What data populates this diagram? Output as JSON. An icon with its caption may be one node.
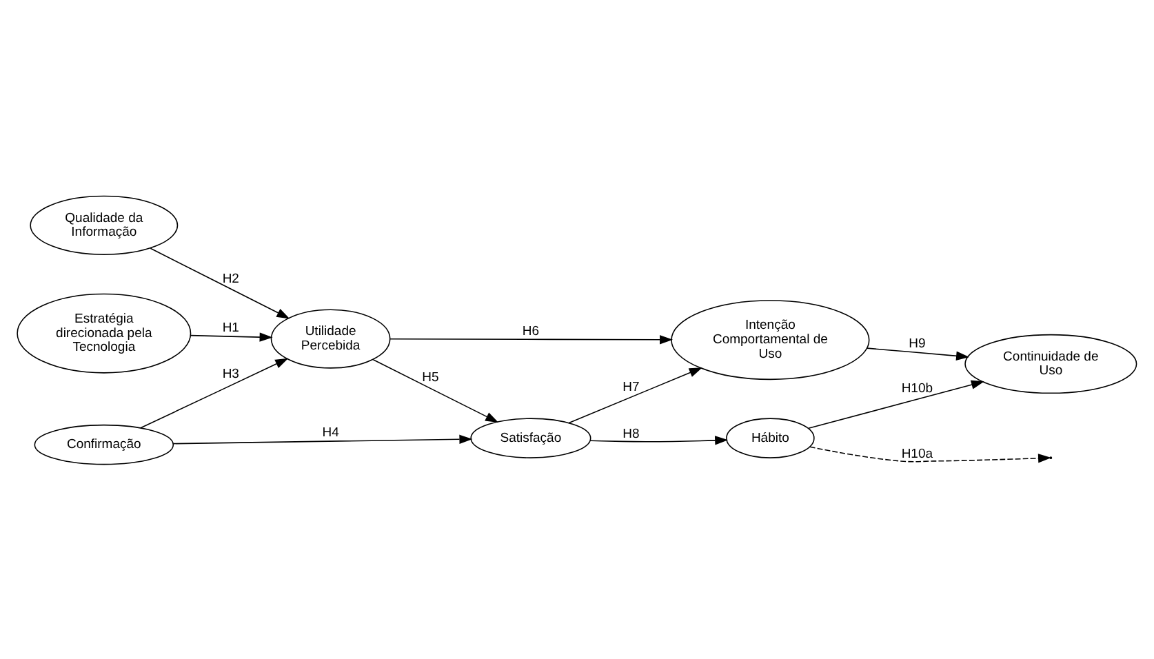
{
  "diagram": {
    "nodes": [
      {
        "text": [
          "Estratégia direcionada pela Tecnologia"
        ]
      },
      {
        "text": [
          "Qualidade da Informação"
        ]
      },
      {
        "text": [
          "Utilidade Percebida"
        ]
      },
      {
        "text": [
          "Confirmação"
        ]
      },
      {
        "text": [
          "Satisfação"
        ]
      },
      {
        "text": [
          "Intenção Comportamental de Uso"
        ]
      },
      {
        "text": [
          "Continuidade de Uso"
        ]
      },
      {
        "text": [
          "Hábito"
        ]
      }
    ],
    "edges": [
      {
        "from": 0,
        "to": 2,
        "arrow": "to",
        "label": "H1"
      },
      {
        "from": 1,
        "to": 2,
        "arrow": "to",
        "label": "H2"
      },
      {
        "from": 3,
        "to": 2,
        "arrow": "to",
        "label": "H3"
      },
      {
        "from": 3,
        "to": 4,
        "arrow": "to",
        "label": "H4"
      },
      {
        "from": 2,
        "to": 4,
        "arrow": "to",
        "label": "H5"
      },
      {
        "from": 2,
        "to": 5,
        "arrow": "to",
        "label": "H6"
      },
      {
        "from": 4,
        "to": 5,
        "arrow": "to",
        "label": "H7"
      },
      {
        "from": 4,
        "to": 7,
        "arrow": "to",
        "label": "H8"
      },
      {
        "from": 5,
        "to": 6,
        "arrow": "to",
        "label": "H9"
      },
      {
        "from": 7,
        "to": null,
        "arrow": "to",
        "label": "H10a",
        "style": "dashed"
      },
      {
        "from": 7,
        "to": 6,
        "arrow": "to",
        "label": "H10b"
      }
    ]
  }
}
